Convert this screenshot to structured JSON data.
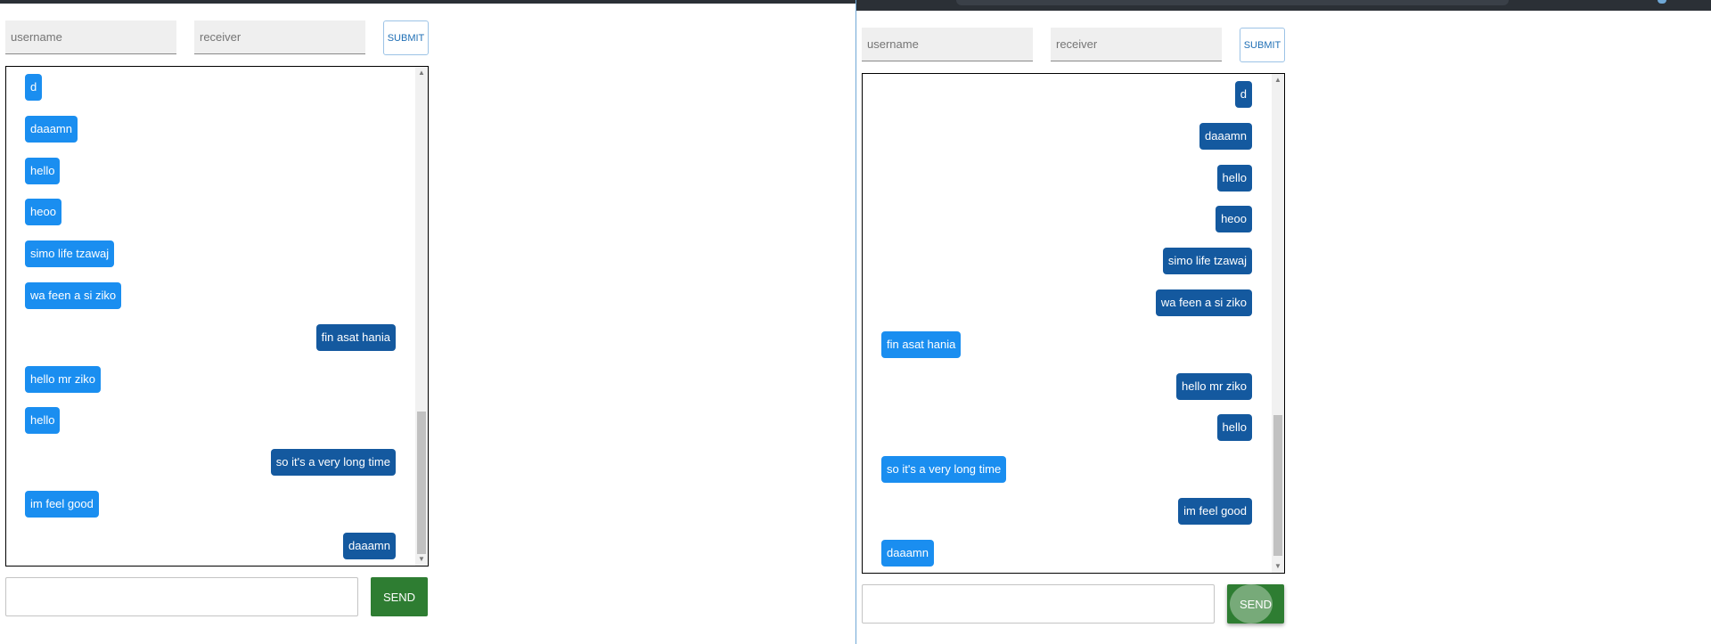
{
  "form": {
    "username_placeholder": "username",
    "receiver_placeholder": "receiver",
    "submit_label": "SUBMIT"
  },
  "send": {
    "label": "SEND",
    "input_value": ""
  },
  "colors": {
    "incoming_bubble": "#1a8ef0",
    "outgoing_bubble": "#14599f",
    "send_button": "#2e7d32"
  },
  "windows": [
    {
      "messages": [
        {
          "text": "d",
          "side": "left"
        },
        {
          "text": "daaamn",
          "side": "left"
        },
        {
          "text": "hello",
          "side": "left"
        },
        {
          "text": "heoo",
          "side": "left"
        },
        {
          "text": "simo life tzawaj",
          "side": "left"
        },
        {
          "text": "wa feen a si ziko",
          "side": "left"
        },
        {
          "text": "fin asat hania",
          "side": "right"
        },
        {
          "text": "hello mr ziko",
          "side": "left"
        },
        {
          "text": "hello",
          "side": "left"
        },
        {
          "text": "so it's a very long time",
          "side": "right"
        },
        {
          "text": "im feel good",
          "side": "left"
        },
        {
          "text": "daaamn",
          "side": "right"
        }
      ]
    },
    {
      "messages": [
        {
          "text": "d",
          "side": "right"
        },
        {
          "text": "daaamn",
          "side": "right"
        },
        {
          "text": "hello",
          "side": "right"
        },
        {
          "text": "heoo",
          "side": "right"
        },
        {
          "text": "simo life tzawaj",
          "side": "right"
        },
        {
          "text": "wa feen a si ziko",
          "side": "right"
        },
        {
          "text": "fin asat hania",
          "side": "left"
        },
        {
          "text": "hello mr ziko",
          "side": "right"
        },
        {
          "text": "hello",
          "side": "right"
        },
        {
          "text": "so it's a very long time",
          "side": "left"
        },
        {
          "text": "im feel good",
          "side": "right"
        },
        {
          "text": "daaamn",
          "side": "left"
        }
      ]
    }
  ]
}
